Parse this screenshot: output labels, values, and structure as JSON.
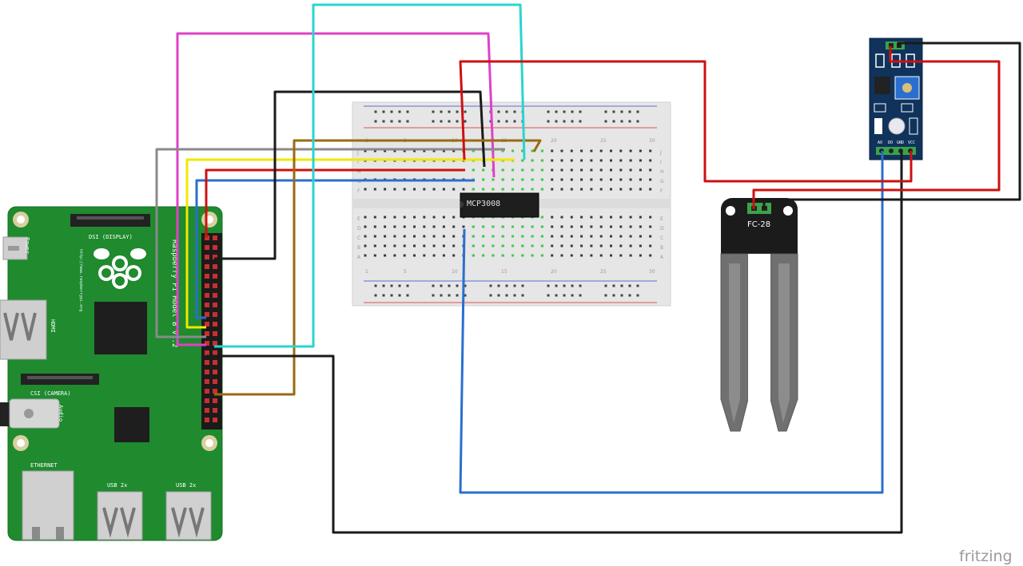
{
  "raspberry_pi": {
    "power_label": "Power",
    "dsi_label": "DSI (DISPLAY)",
    "csi_label": "CSI (CAMERA)",
    "hdmi_label": "HDMI",
    "audio_label": "Audio",
    "ethernet_label": "ETHERNET",
    "usb_label_left": "USB 2x",
    "usb_label_right": "USB 2x",
    "board_text": "Raspberry Pi Model B v1.2",
    "url_text": "http://www.raspberrypi.org"
  },
  "breadboard": {
    "row_letters_top": [
      "J",
      "I",
      "H",
      "G",
      "F"
    ],
    "row_letters_bottom": [
      "E",
      "D",
      "C",
      "B",
      "A"
    ],
    "col_numbers": [
      "1",
      "5",
      "10",
      "15",
      "20",
      "25",
      "30"
    ]
  },
  "adc_chip": {
    "label": "MCP3008"
  },
  "sensor_probe": {
    "label": "FC-28"
  },
  "sensor_module": {
    "pin_labels": [
      "AO",
      "DO",
      "GND",
      "VCC"
    ]
  },
  "watermark": "fritzing",
  "colors": {
    "board_green": "#1f8a2e",
    "breadboard": "#e6e6e6",
    "wire_red": "#cc1111",
    "wire_black": "#1a1a1a",
    "wire_blue": "#2a6fcf",
    "wire_cyan": "#2ad4d0",
    "wire_magenta": "#e040c8",
    "wire_yellow": "#f0e800",
    "wire_gray": "#8a8a8a",
    "wire_brown": "#9a6a10",
    "module_blue": "#10335c"
  }
}
